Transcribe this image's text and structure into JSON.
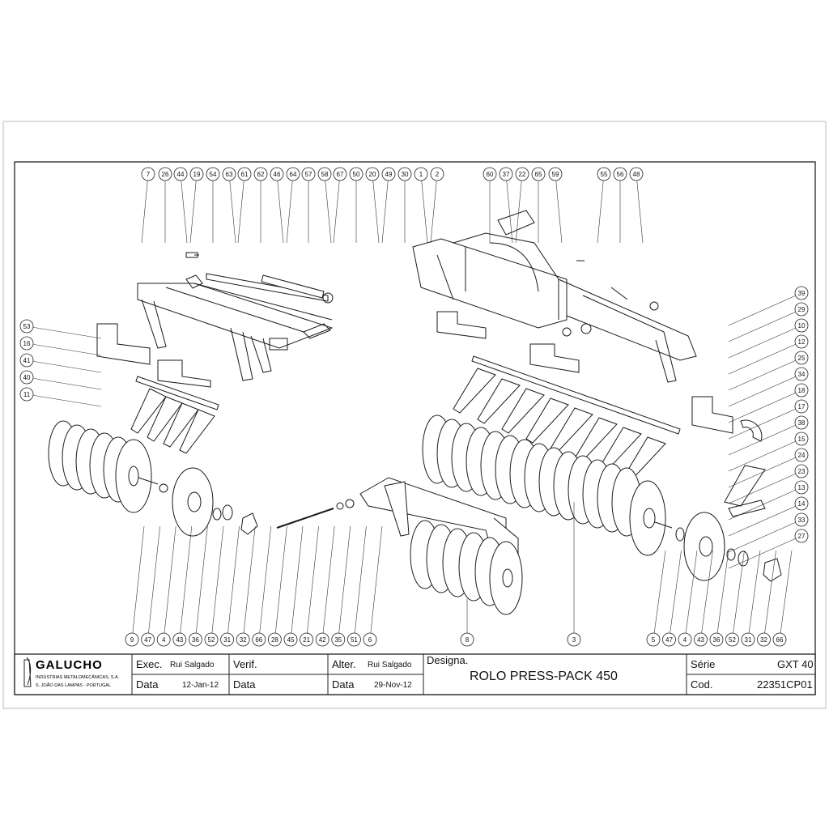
{
  "title_block": {
    "company": {
      "name": "GALUCHO",
      "line1": "INDÚSTRIAS METALOMECÂNICAS, S.A.",
      "line2": "S. JOÃO DAS LAMPAS - PORTUGAL"
    },
    "exec_label": "Exec.",
    "exec_value": "Rui Salgado",
    "exec_date_label": "Data",
    "exec_date_value": "12-Jan-12",
    "verif_label": "Verif.",
    "verif_date_label": "Data",
    "alter_label": "Alter.",
    "alter_value": "Rui Salgado",
    "alter_date_label": "Data",
    "alter_date_value": "29-Nov-12",
    "designa_label": "Designa.",
    "designa_value": "ROLO PRESS-PACK 450",
    "serie_label": "Série",
    "serie_value": "GXT 40",
    "cod_label": "Cod.",
    "cod_value": "22351CP01"
  },
  "callouts": {
    "top": [
      "7",
      "26",
      "44",
      "19",
      "54",
      "63",
      "61",
      "62",
      "46",
      "64",
      "57",
      "58",
      "67",
      "50",
      "20",
      "49",
      "30",
      "1",
      "2",
      "60",
      "37",
      "22",
      "65",
      "59",
      "55",
      "56",
      "48"
    ],
    "right": [
      "39",
      "29",
      "10",
      "12",
      "25",
      "34",
      "18",
      "17",
      "38",
      "15",
      "24",
      "23",
      "13",
      "14",
      "33",
      "27"
    ],
    "left": [
      "53",
      "16",
      "41",
      "40",
      "11"
    ],
    "bottom_left": [
      "9",
      "47",
      "4",
      "43",
      "36",
      "52",
      "31",
      "32",
      "66",
      "28",
      "45",
      "21",
      "42",
      "35",
      "51",
      "6"
    ],
    "bottom_mid": [
      "8"
    ],
    "bottom_center": [
      "3"
    ],
    "bottom_right": [
      "5",
      "47",
      "4",
      "43",
      "36",
      "52",
      "31",
      "32",
      "66"
    ]
  },
  "colors": {
    "line": "#1a1a1a",
    "frame": "#222222",
    "paper": "#ffffff"
  }
}
